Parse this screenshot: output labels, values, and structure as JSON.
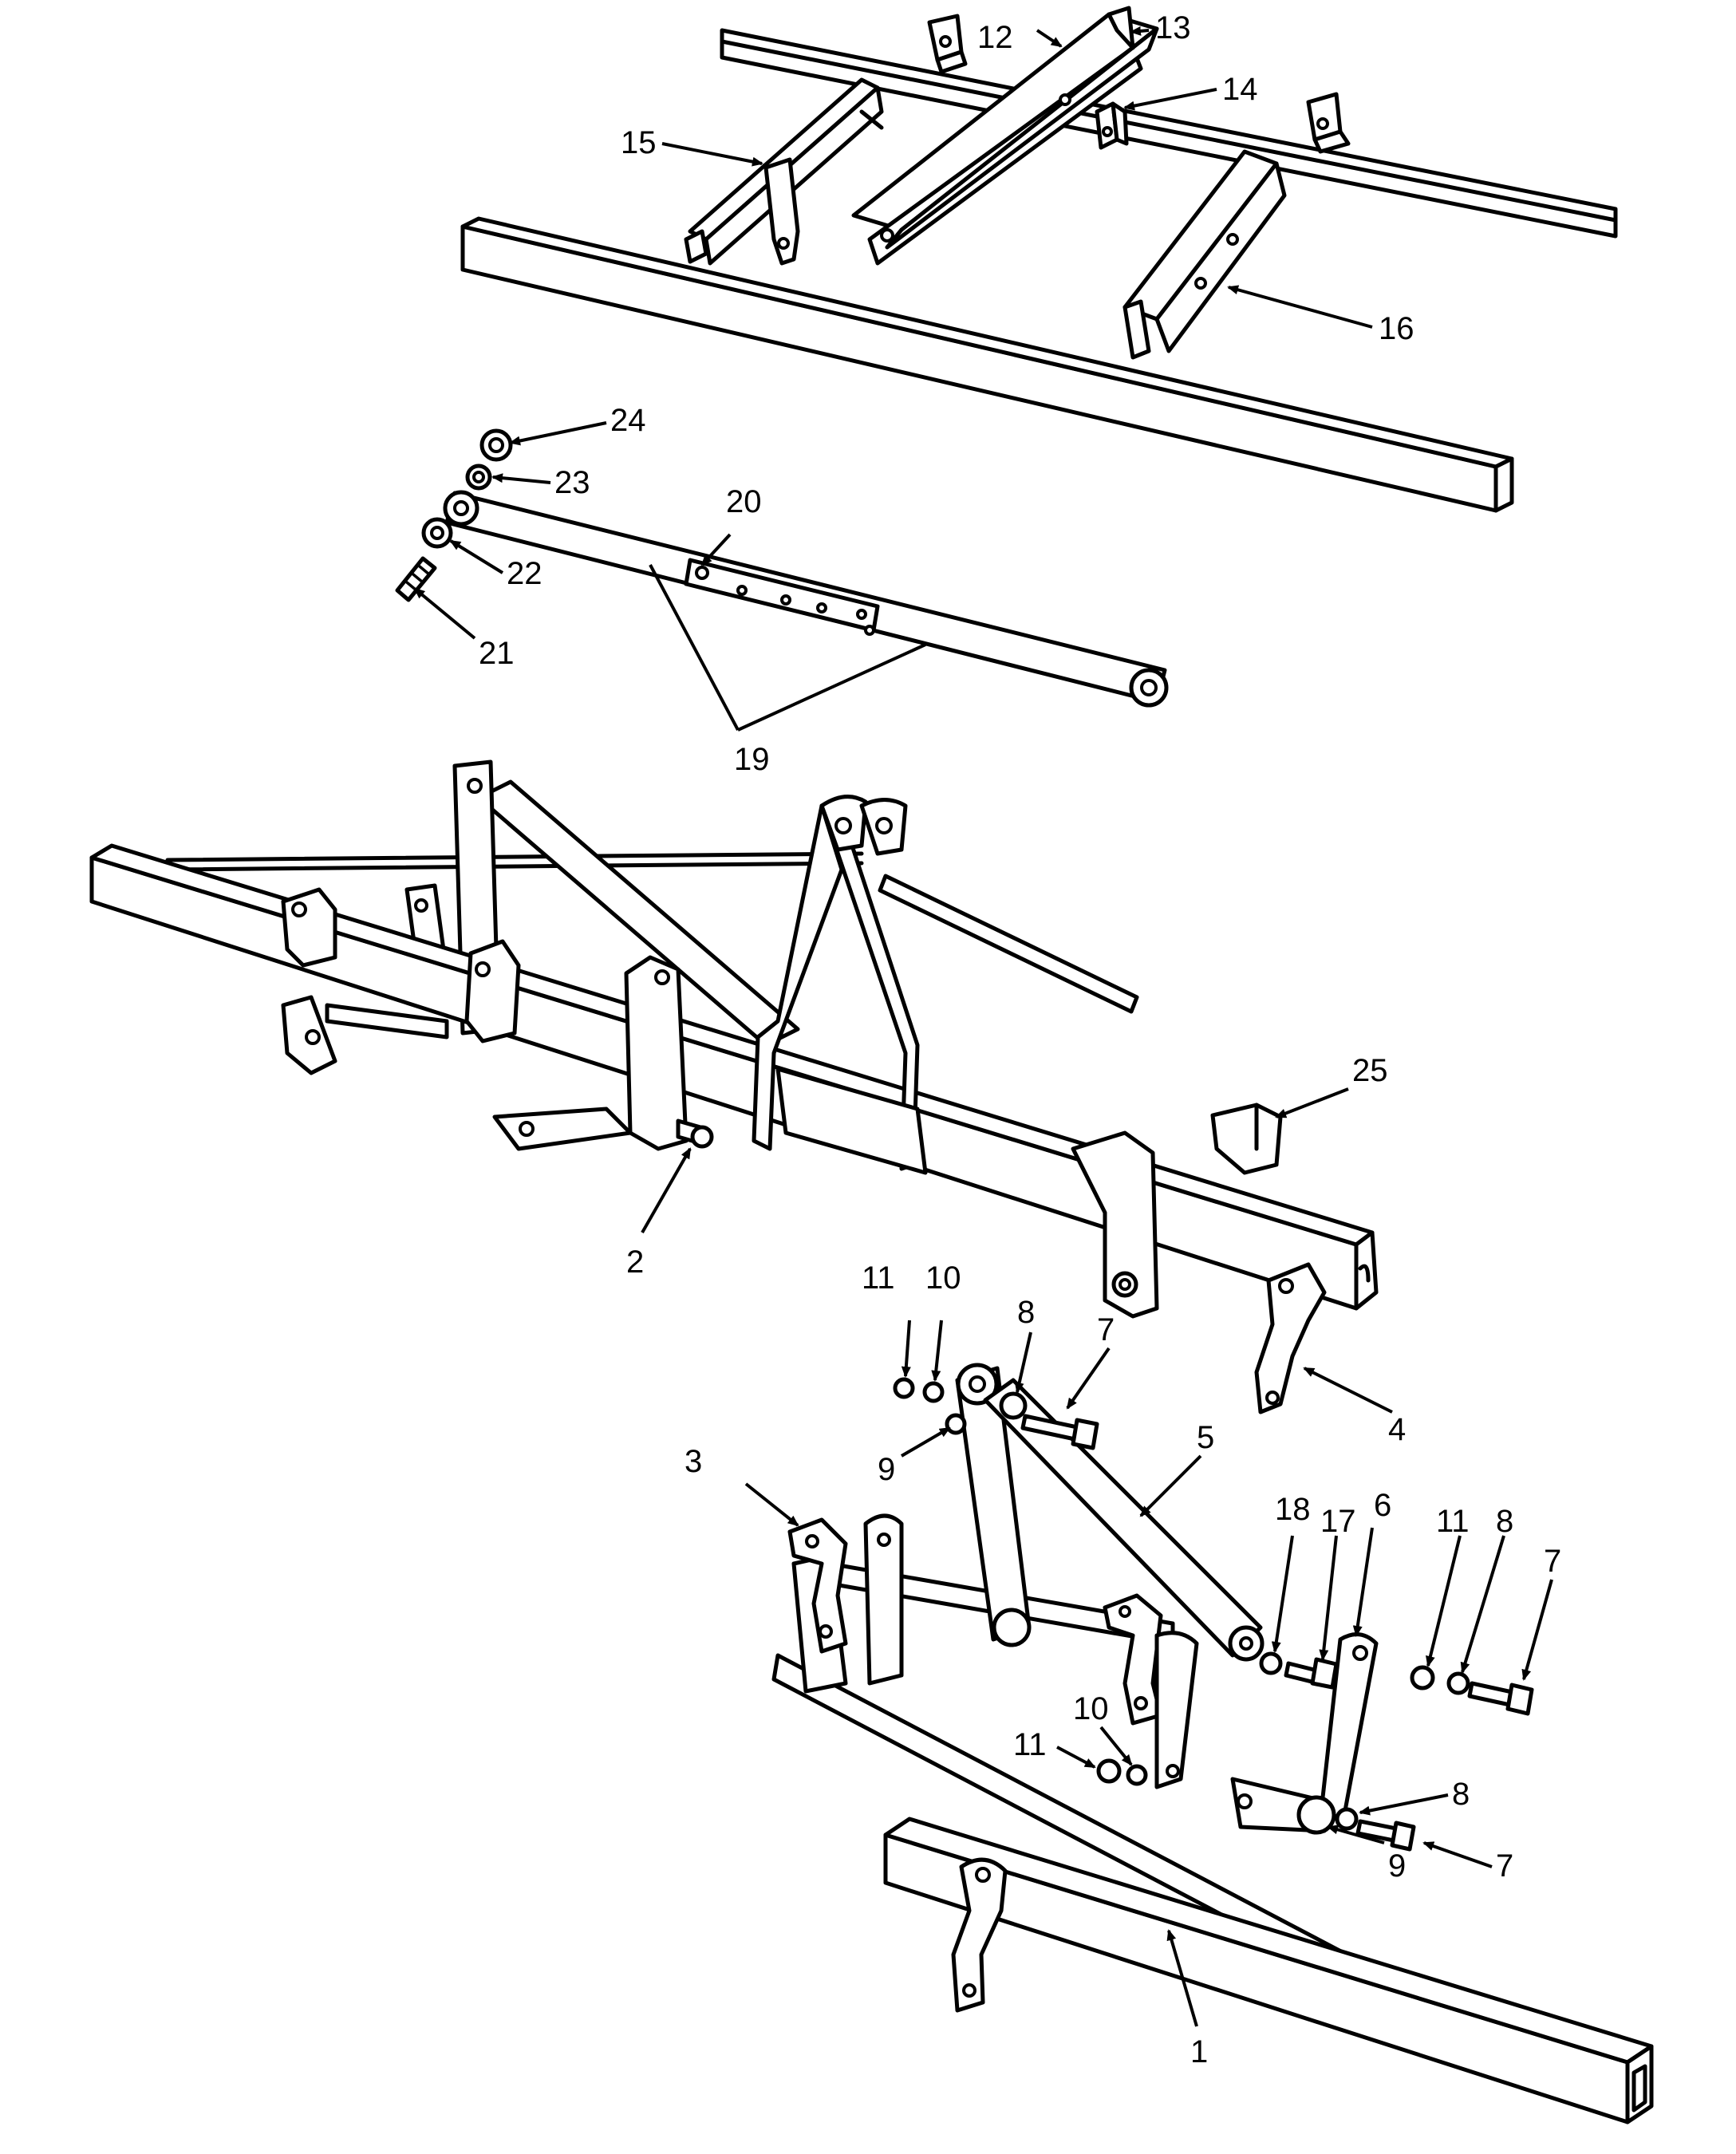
{
  "callouts": {
    "c1": "1",
    "c2": "2",
    "c3": "3",
    "c4": "4",
    "c5": "5",
    "c6": "6",
    "c7a": "7",
    "c7b": "7",
    "c7c": "7",
    "c8a": "8",
    "c8b": "8",
    "c8c": "8",
    "c9a": "9",
    "c9b": "9",
    "c10a": "10",
    "c10b": "10",
    "c11a": "11",
    "c11b": "11",
    "c11c": "11",
    "c12": "12",
    "c13": "13",
    "c14": "14",
    "c15": "15",
    "c16": "16",
    "c17": "17",
    "c18": "18",
    "c19": "19",
    "c20": "20",
    "c21": "21",
    "c22": "22",
    "c23": "23",
    "c24": "24",
    "c25": "25"
  }
}
